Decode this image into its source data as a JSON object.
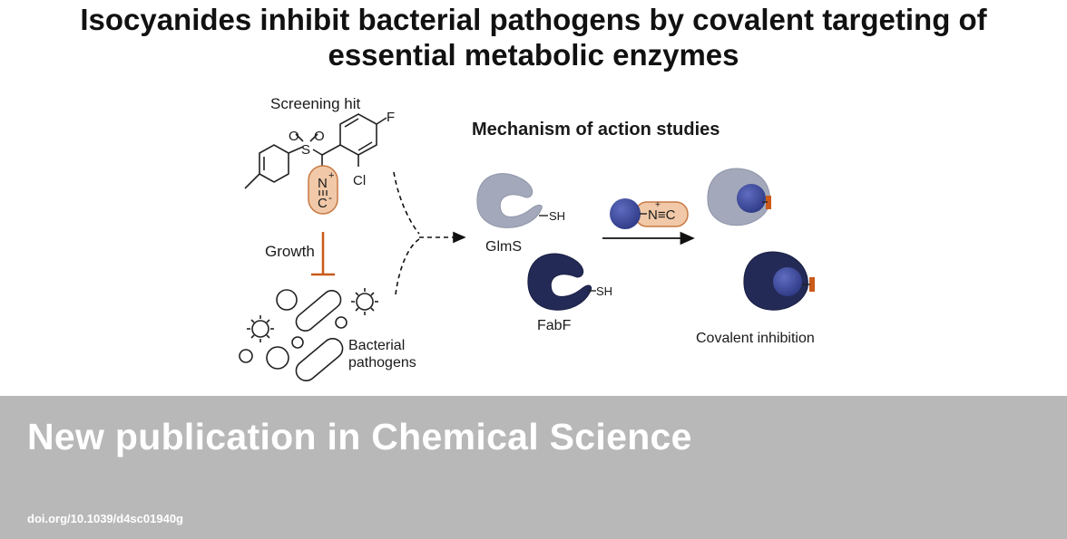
{
  "header": {
    "title_line1": "Isocyanides inhibit bacterial pathogens by covalent targeting of",
    "title_line2": "essential metabolic enzymes"
  },
  "figure": {
    "screening_label": "Screening hit",
    "mechanism_title": "Mechanism of action studies",
    "growth_label": "Growth",
    "pathogens_label_line1": "Bacterial",
    "pathogens_label_line2": "pathogens",
    "atom_F": "F",
    "atom_Cl": "Cl",
    "atom_S": "S",
    "atom_O1": "O",
    "atom_O2": "O",
    "atom_N": "N",
    "atom_N_charge": "+",
    "atom_C": "C",
    "atom_C_charge": "-",
    "enzyme1_label": "GlmS",
    "enzyme2_label": "FabF",
    "thiol_label": "SH",
    "reagent_label": "N≡C",
    "reagent_charge": "+",
    "result_label": "Covalent inhibition"
  },
  "colors": {
    "glms_enzyme": "#a3a9bb",
    "fabf_enzyme": "#242a56",
    "ligand_ball": "#3d4a98",
    "isocyanide_pill": "#f1c9a8",
    "isocyanide_outline": "#c97a45",
    "covalent_bond": "#cc5a1a",
    "inhibition_arrow": "#c85a1a",
    "banner_bg": "#b8b8b8"
  },
  "banner": {
    "title": "New publication in Chemical Science",
    "doi": "doi.org/10.1039/d4sc01940g"
  }
}
